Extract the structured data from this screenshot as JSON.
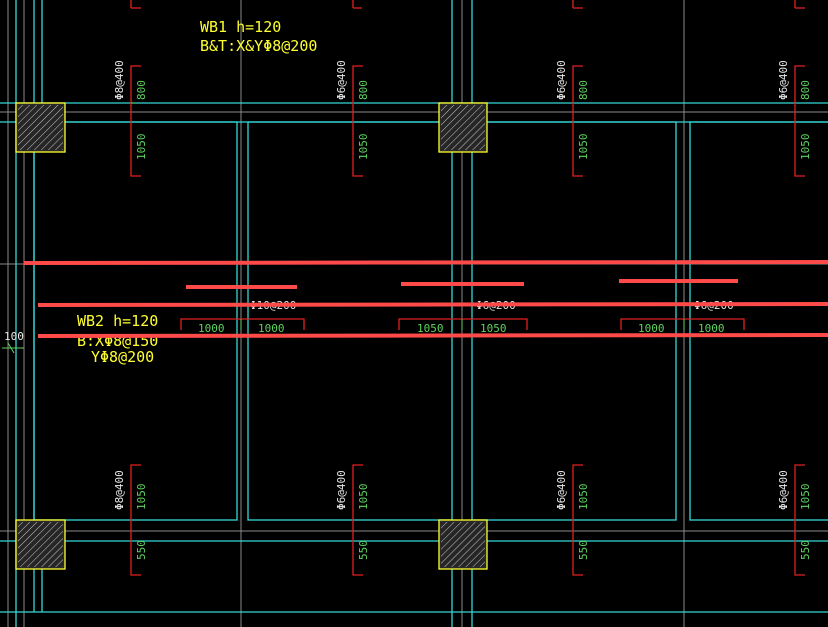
{
  "slabs": {
    "wb1_title": "WB1 h=120",
    "wb1_rebar": "B&T:X&YΦ8@200",
    "wb2_title": "WB2 h=120",
    "wb2_rebar_x": "B:XΦ8@150",
    "wb2_rebar_y": "YΦ8@200"
  },
  "left_dim": "100",
  "top_bars": [
    {
      "spec": "Φ8@400",
      "dim_a": "800",
      "dim_b": "1050"
    },
    {
      "spec": "Φ6@400",
      "dim_a": "800",
      "dim_b": "1050"
    },
    {
      "spec": "Φ6@400",
      "dim_a": "800",
      "dim_b": "1050"
    },
    {
      "spec": "Φ6@400",
      "dim_a": "800",
      "dim_b": "1050"
    }
  ],
  "bottom_bars": [
    {
      "spec": "Φ8@400",
      "dim_a": "1050",
      "dim_b": "550"
    },
    {
      "spec": "Φ6@400",
      "dim_a": "1050",
      "dim_b": "550"
    },
    {
      "spec": "Φ6@400",
      "dim_a": "1050",
      "dim_b": "550"
    },
    {
      "spec": "Φ6@400",
      "dim_a": "1050",
      "dim_b": "550"
    }
  ],
  "mid_bars": [
    {
      "spec": "Φ10@200",
      "dim_l": "1000",
      "dim_r": "1000"
    },
    {
      "spec": "Φ6@200",
      "dim_l": "1050",
      "dim_r": "1050"
    },
    {
      "spec": "Φ6@200",
      "dim_l": "1000",
      "dim_r": "1000"
    }
  ]
}
